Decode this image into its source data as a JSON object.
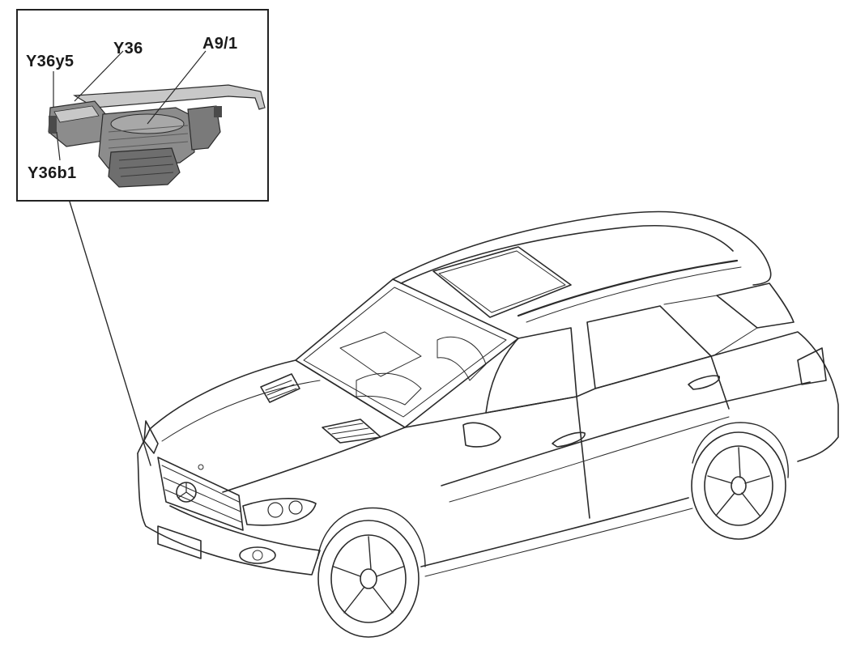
{
  "callouts": {
    "y36y5": "Y36y5",
    "y36": "Y36",
    "a9_1": "A9/1",
    "y36b1": "Y36b1"
  },
  "colors": {
    "line": "#2b2b2b",
    "component_fill": "#8c8c8c",
    "component_dark": "#4a4a4a",
    "component_light": "#c8c8c8"
  },
  "icons": {
    "vehicle": "suv-line-drawing-icon",
    "component": "air-compressor-unit-icon"
  }
}
